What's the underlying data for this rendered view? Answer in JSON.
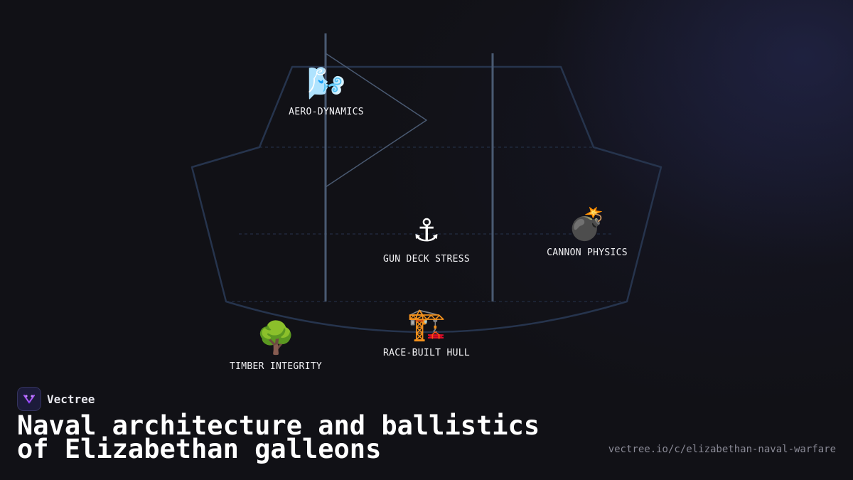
{
  "stations": [
    {
      "id": "aero",
      "icon": "wind-face-icon",
      "emoji": "🌬️",
      "label": "AERO-DYNAMICS"
    },
    {
      "id": "gundeck",
      "icon": "anchor-icon",
      "emoji": "⚓",
      "label": "GUN DECK STRESS"
    },
    {
      "id": "cannon",
      "icon": "bomb-icon",
      "emoji": "💣",
      "label": "CANNON PHYSICS"
    },
    {
      "id": "timber",
      "icon": "tree-icon",
      "emoji": "🌳",
      "label": "TIMBER INTEGRITY"
    },
    {
      "id": "hull",
      "icon": "construction-crane-icon",
      "emoji": "🏗️",
      "label": "RACE-BUILT HULL"
    }
  ],
  "brand": {
    "name": "Vectree",
    "logo_icon": "vectree-logo-icon"
  },
  "title": "Naval architecture and ballistics of Elizabethan galleons",
  "url": "vectree.io/c/elizabethan-naval-warfare",
  "colors": {
    "background": "#111116",
    "hull_stroke": "#26344d",
    "mast_stroke": "#4a5a72",
    "sail_stroke": "#4a5a72",
    "logo_accent": "#a855f7"
  }
}
